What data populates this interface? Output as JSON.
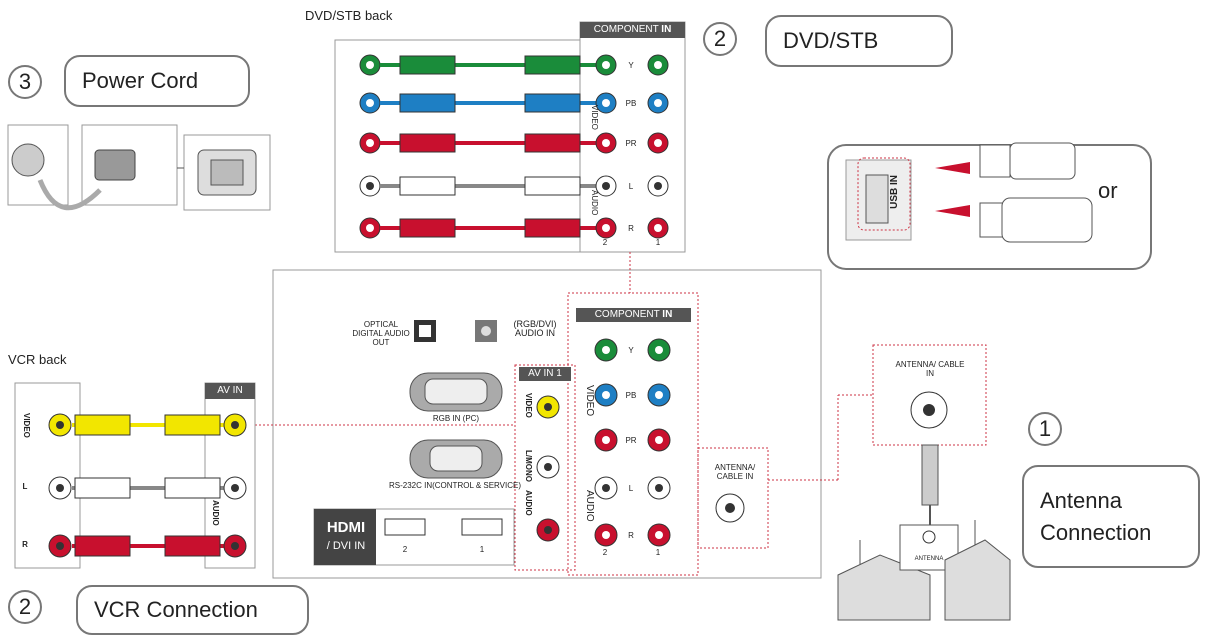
{
  "labels": {
    "dvd_back": "DVD/STB back",
    "vcr_back": "VCR back",
    "or": "or"
  },
  "callouts": {
    "power": {
      "num": "3",
      "text": "Power Cord"
    },
    "dvd": {
      "num": "2",
      "text": "DVD/STB"
    },
    "antenna": {
      "num": "1",
      "text": "Antenna Connection"
    },
    "vcr": {
      "num": "2",
      "text": "VCR Connection"
    }
  },
  "panel": {
    "component_in": "COMPONENT",
    "component_in_bold": "IN",
    "av_in": "AV IN",
    "av_in1": "AV IN 1",
    "optical": "OPTICAL DIGITAL AUDIO OUT",
    "rgb_dvi_audio": "(RGB/DVI) AUDIO IN",
    "rgb_in_pc": "RGB IN (PC)",
    "rs232c": "RS-232C IN(CONTROL & SERVICE)",
    "hdmi": "HDMI",
    "dvi_in": "/ DVI IN",
    "hdmi_2": "2",
    "hdmi_1": "1",
    "antenna_cable_in": "ANTENNA/ CABLE IN",
    "usb_in": "USB IN",
    "video": "VIDEO",
    "audio": "AUDIO",
    "l_mono": "L/MONO",
    "y": "Y",
    "pb": "PB",
    "pr": "PR",
    "l": "L",
    "r": "R",
    "col_2": "2",
    "col_1": "1",
    "antenna_sign": "ANTENNA"
  },
  "colors": {
    "green": "#1a8c3a",
    "blue": "#1e7fc4",
    "red": "#c8102e",
    "white": "#ffffff",
    "yellow": "#f2e600",
    "dashed": "#cc3344",
    "border": "#777777"
  }
}
